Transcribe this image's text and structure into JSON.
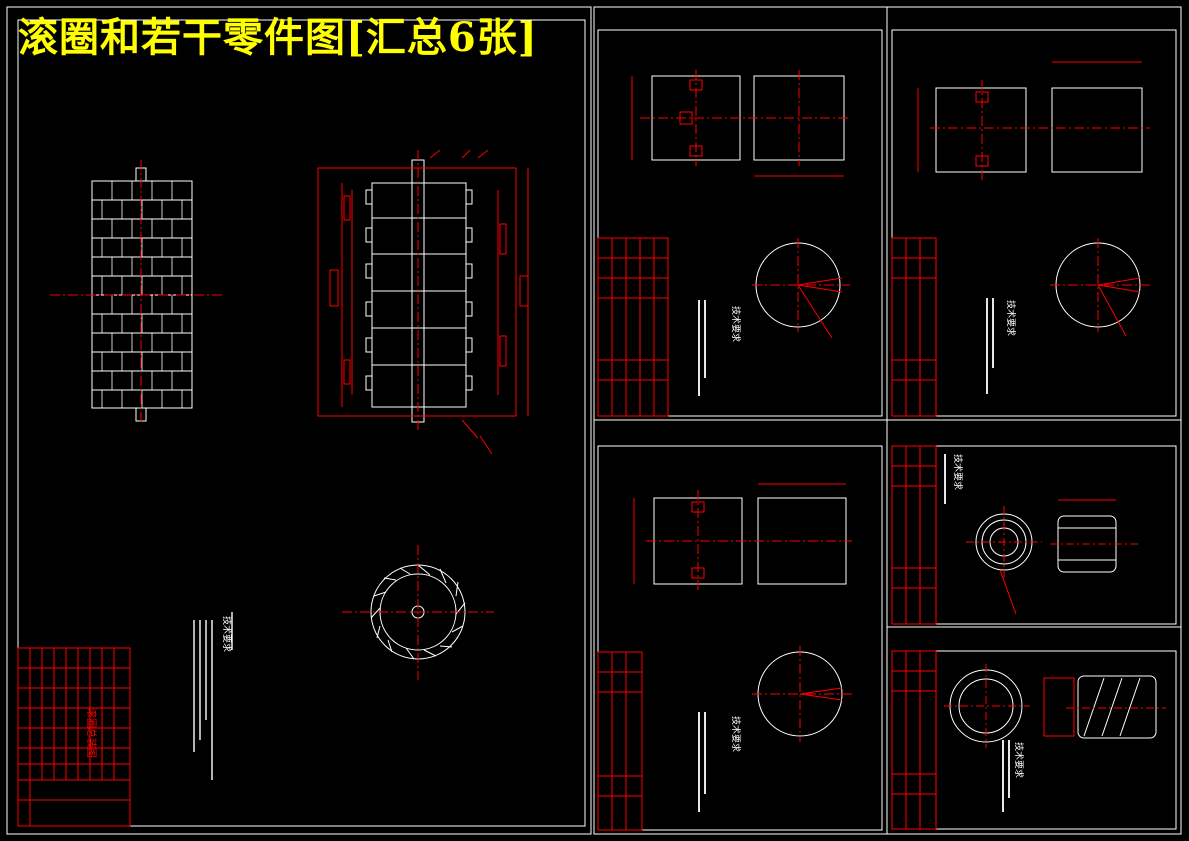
{
  "page": {
    "title": "滚圈和若干零件图[汇总6张]"
  },
  "colors": {
    "background": "#000000",
    "title": "#ffff00",
    "frame": "#ffffff",
    "geometry": "#ffffff",
    "dimension": "#ff0000",
    "title_block": "#ff0000"
  },
  "sheets": [
    {
      "name": "sheet-main-assembly",
      "label": "滚圈总装图",
      "notes_heading": "技术要求"
    },
    {
      "name": "sheet-part-1",
      "notes_heading": "技术要求"
    },
    {
      "name": "sheet-part-2",
      "notes_heading": "技术要求"
    },
    {
      "name": "sheet-part-3",
      "notes_heading": "技术要求"
    },
    {
      "name": "sheet-part-4",
      "notes_heading": "技术要求"
    },
    {
      "name": "sheet-part-5",
      "notes_heading": "技术要求"
    }
  ]
}
